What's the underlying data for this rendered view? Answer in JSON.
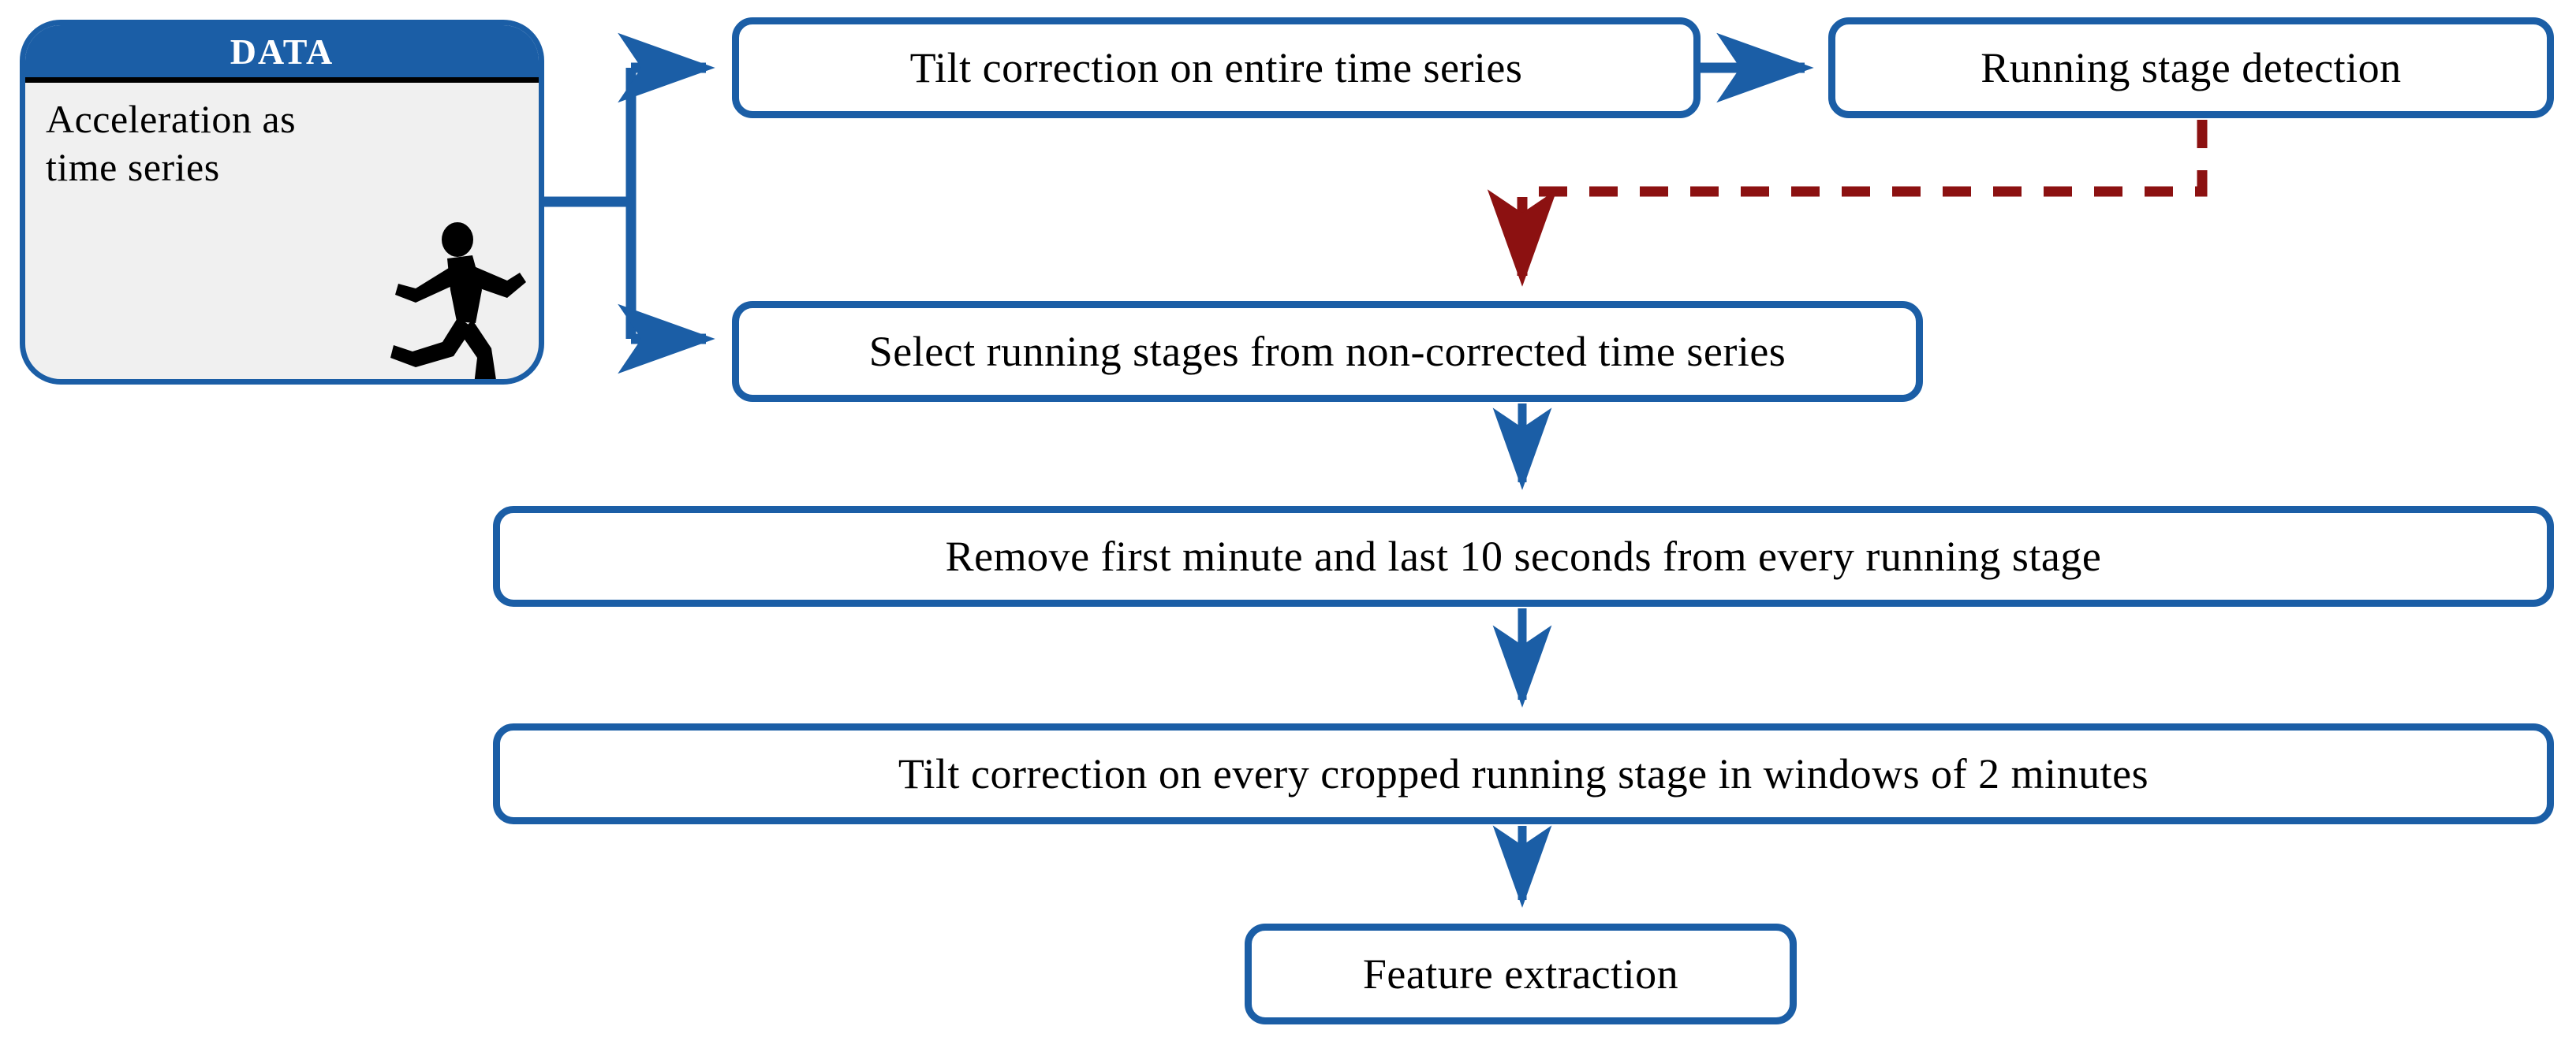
{
  "diagram": {
    "title": "Acceleration time-series processing pipeline",
    "colors": {
      "box_border": "#1B5EA6",
      "box_fill": "#FFFFFF",
      "data_header_fill": "#1B5EA6",
      "data_header_text": "#FFFFFF",
      "data_body_fill": "#F0F0F0",
      "arrow_solid": "#1B5EA6",
      "arrow_dashed": "#8C1111",
      "text": "#000000"
    },
    "nodes": {
      "data": {
        "header": "DATA",
        "body_line_1": "Acceleration  as",
        "body_line_2": "time  series",
        "icon": "running-person-icon"
      },
      "tilt_correction_entire": "Tilt correction on entire time series",
      "running_stage_detection": "Running  stage  detection",
      "select_running_stages": "Select  running  stages  from  non-corrected  time  series",
      "remove_first_minute": "Remove  first  minute  and  last 10  seconds  from  every  running  stage",
      "tilt_correction_cropped": "Tilt  correction  on  every  cropped  running  stage  in  windows  of 2  minutes",
      "feature_extraction": "Feature  extraction"
    },
    "edges": [
      {
        "id": "data-to-tilt",
        "from": "data",
        "to": "tilt_correction_entire",
        "style": "solid",
        "color": "#1B5EA6"
      },
      {
        "id": "data-to-select",
        "from": "data",
        "to": "select_running_stages",
        "style": "solid",
        "color": "#1B5EA6"
      },
      {
        "id": "tilt-to-detection",
        "from": "tilt_correction_entire",
        "to": "running_stage_detection",
        "style": "solid",
        "color": "#1B5EA6"
      },
      {
        "id": "detection-to-select",
        "from": "running_stage_detection",
        "to": "select_running_stages",
        "style": "dashed",
        "color": "#8C1111"
      },
      {
        "id": "select-to-remove",
        "from": "select_running_stages",
        "to": "remove_first_minute",
        "style": "solid",
        "color": "#1B5EA6"
      },
      {
        "id": "remove-to-tiltcropped",
        "from": "remove_first_minute",
        "to": "tilt_correction_cropped",
        "style": "solid",
        "color": "#1B5EA6"
      },
      {
        "id": "tiltcropped-to-feature",
        "from": "tilt_correction_cropped",
        "to": "feature_extraction",
        "style": "solid",
        "color": "#1B5EA6"
      }
    ]
  }
}
